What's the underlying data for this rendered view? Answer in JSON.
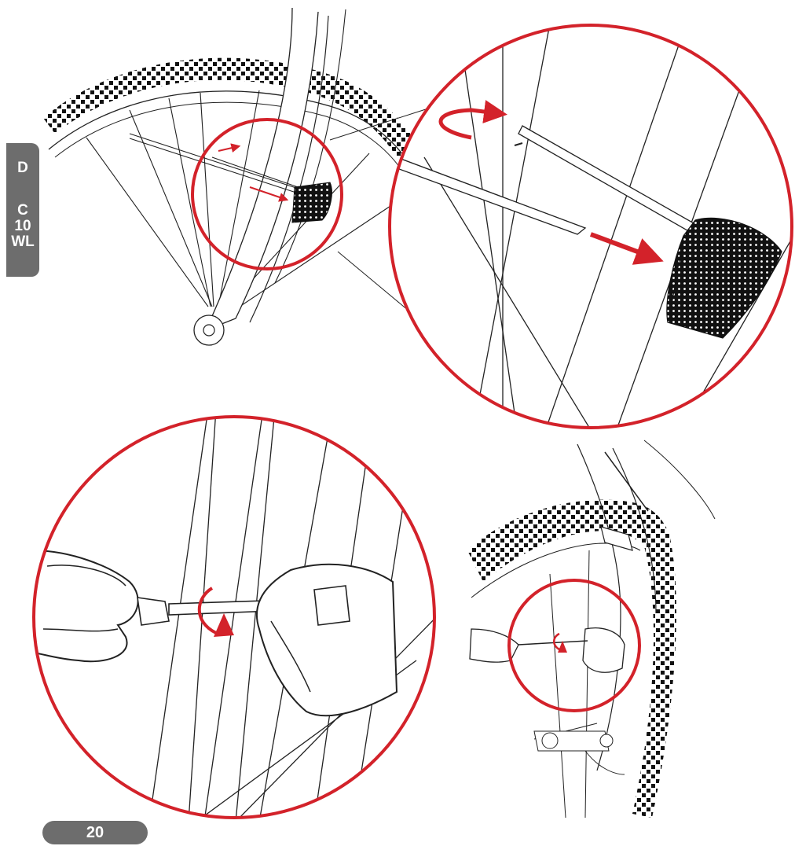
{
  "side_tab": {
    "languages": [
      "D",
      "C",
      "10",
      "WL"
    ]
  },
  "page_number": "20",
  "colors": {
    "accent": "#d3222a",
    "tab": "#6d6d6d",
    "line": "#1a1a1a"
  }
}
